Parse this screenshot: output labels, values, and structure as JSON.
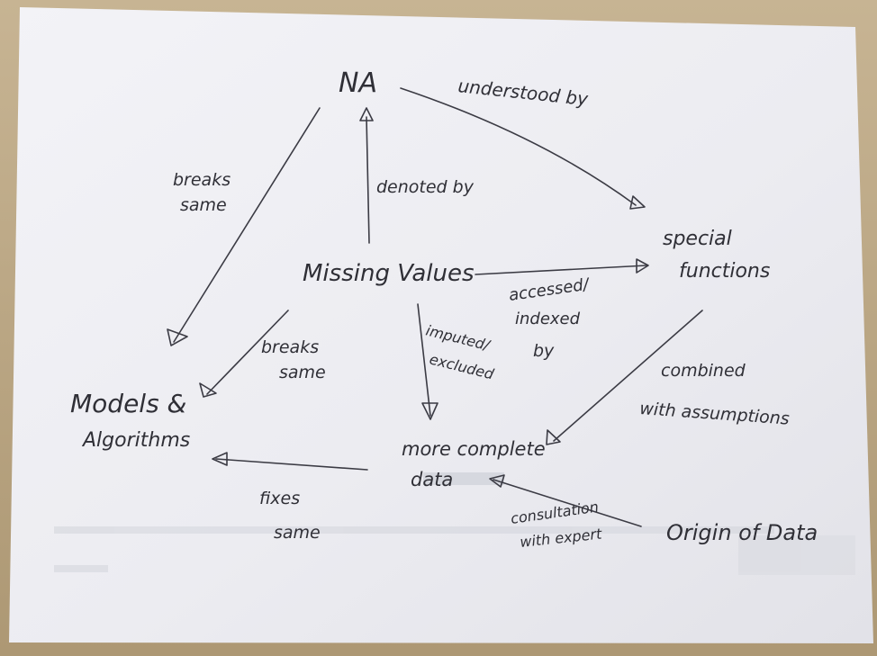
{
  "image": {
    "nodes": {
      "na": "NA",
      "missing_values": "Missing Values",
      "models_line1": "Models &",
      "models_line2": "Algorithms",
      "special_line1": "special",
      "special_line2": "functions",
      "more_line1": "more complete",
      "more_line2": "data",
      "origin": "Origin of Data"
    },
    "edges": {
      "understood_by": "understood by",
      "breaks_same_top_1": "breaks",
      "breaks_same_top_2": "same",
      "denoted_by": "denoted by",
      "breaks_same_mid_1": "breaks",
      "breaks_same_mid_2": "same",
      "accessed_1": "accessed/",
      "accessed_2": "indexed",
      "accessed_3": "by",
      "imputed_1": "imputed/",
      "imputed_2": "excluded",
      "combined_1": "combined",
      "combined_2": "with assumptions",
      "fixes_1": "fixes",
      "fixes_2": "same",
      "consult_1": "consultation",
      "consult_2": "with expert"
    }
  }
}
